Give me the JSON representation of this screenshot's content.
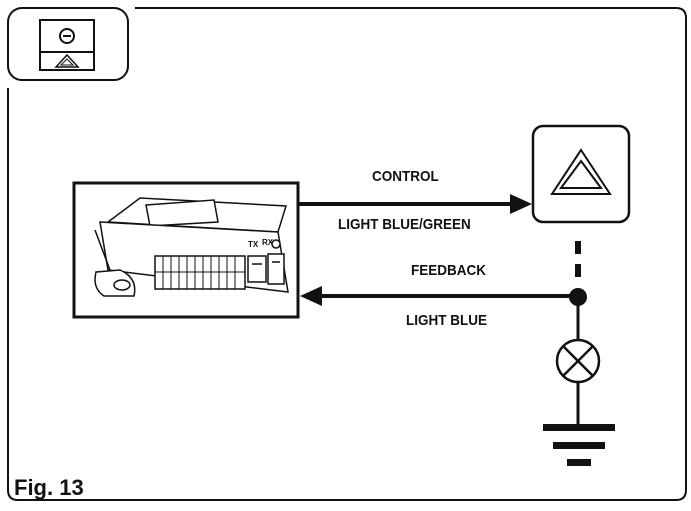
{
  "figure": {
    "label": "Fig. 13"
  },
  "module": {
    "icon": "control-module-icon",
    "connector_labels": [
      "TX",
      "RX"
    ]
  },
  "wires": {
    "control": {
      "label": "CONTROL",
      "color_label": "LIGHT BLUE/GREEN"
    },
    "feedback": {
      "label": "FEEDBACK",
      "color_label": "LIGHT BLUE"
    }
  },
  "icons": {
    "header": "hazard-switch-icon",
    "switch": "hazard-triangle-icon",
    "lamp": "lamp-icon",
    "ground": "ground-icon"
  },
  "colors": {
    "line": "#111111",
    "background": "#ffffff"
  }
}
